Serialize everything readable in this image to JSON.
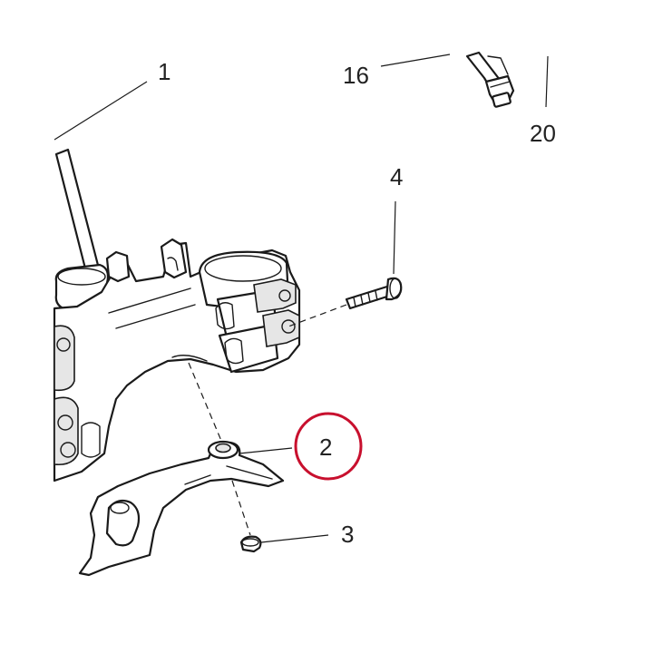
{
  "diagram": {
    "callouts": [
      {
        "id": "c1",
        "text": "1"
      },
      {
        "id": "c16",
        "text": "16"
      },
      {
        "id": "c20",
        "text": "20"
      },
      {
        "id": "c4",
        "text": "4"
      },
      {
        "id": "c2",
        "text": "2"
      },
      {
        "id": "c3",
        "text": "3"
      }
    ],
    "highlight": {
      "target": "2",
      "color": "#c8102e"
    }
  }
}
